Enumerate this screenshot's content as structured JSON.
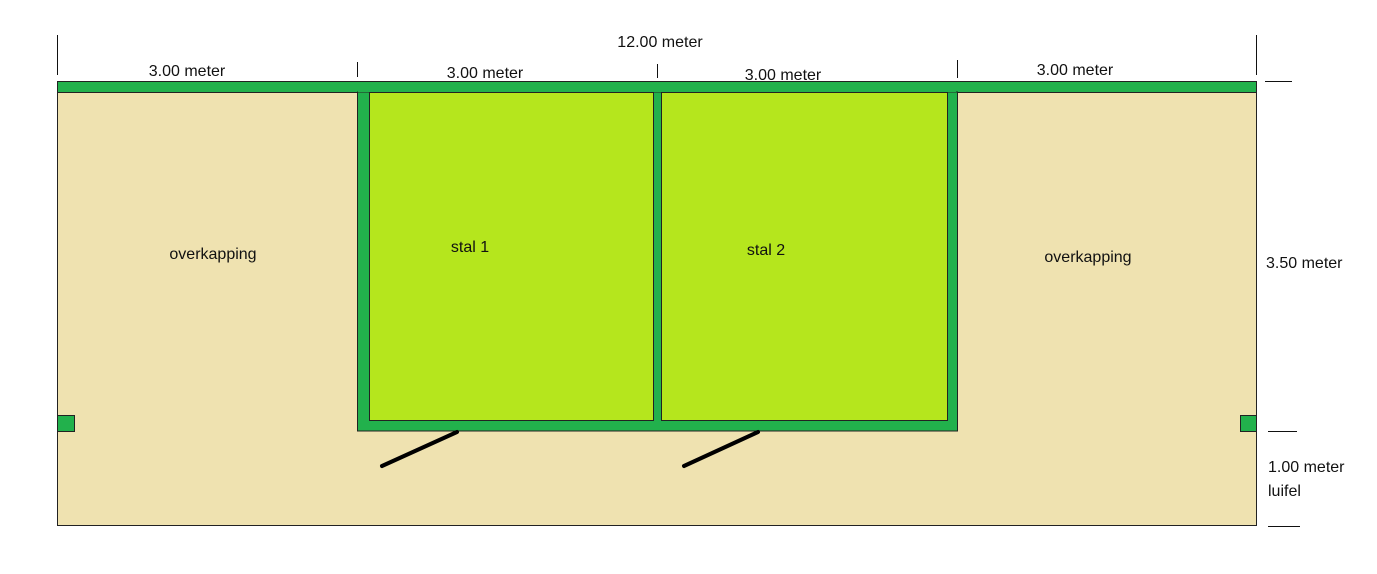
{
  "dimensions": {
    "total_width": "12.00 meter",
    "segments": [
      "3.00 meter",
      "3.00 meter",
      "3.00 meter",
      "3.00 meter"
    ],
    "depth": "3.50 meter",
    "canopy_depth": "1.00 meter",
    "canopy_label": "luifel"
  },
  "areas": {
    "left_cover": "overkapping",
    "stall_1": "stal 1",
    "stall_2": "stal 2",
    "right_cover": "overkapping"
  },
  "colors": {
    "ground": "#efe2b0",
    "wall": "#22b14c",
    "stall": "#b5e61d",
    "line": "#000000"
  }
}
